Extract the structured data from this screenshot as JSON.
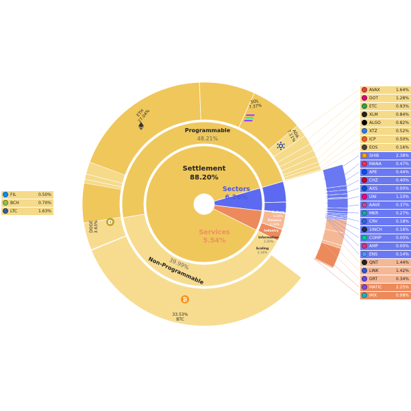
{
  "chart_data": {
    "type": "sunburst",
    "colors": {
      "settlement": "#f0c75a",
      "programmable": "#efc85c",
      "non_programmable": "#f7dc90",
      "sectors": "#5b6af0",
      "services": "#ec8a5c",
      "services_light": "#f5b896",
      "legend_row": "#f5da8a",
      "text_dark": "#222222"
    },
    "inner": {
      "settlement": {
        "label": "Settlement",
        "value": "88.20%",
        "pct": 88.2
      },
      "sectors": {
        "label": "Sectors",
        "value": "6.26%",
        "pct": 6.26
      },
      "services": {
        "label": "Services",
        "value": "5.54%",
        "pct": 5.54
      }
    },
    "middle": {
      "programmable": {
        "label": "Programmable",
        "value": "48.21%",
        "pct": 48.21
      },
      "non_programmable": {
        "label": "Non-Programmable",
        "value": "39.99%",
        "pct": 39.99
      },
      "culture": {
        "label": "Culture",
        "value": "4.04%",
        "pct": 4.04
      },
      "finance": {
        "label": "Finance",
        "value": "2.08%",
        "pct": 2.08
      },
      "industry": {
        "label": "Industry",
        "value": "",
        "pct": 0.14
      },
      "information": {
        "label": "Information",
        "value": "3.20%",
        "pct": 3.2
      },
      "scaling": {
        "label": "Scaling",
        "value": "2.34%",
        "pct": 2.34
      }
    },
    "outer": {
      "eth": {
        "label": "ETH",
        "value": "27.04%",
        "pct": 27.04
      },
      "sol": {
        "label": "SOL",
        "value": "7.37%",
        "pct": 7.37
      },
      "ada": {
        "label": "ADA",
        "value": "7.11%",
        "pct": 7.11
      },
      "btc": {
        "label": "BTC",
        "value": "33.53%",
        "pct": 33.53
      },
      "doge": {
        "label": "DOGE",
        "value": "3.63%",
        "pct": 3.63
      }
    },
    "legend_right": [
      {
        "name": "AVAX",
        "value": "1.64%",
        "color": "#f5da8a",
        "icon": "#e84142"
      },
      {
        "name": "DOT",
        "value": "1.28%",
        "color": "#f5da8a",
        "icon": "#e6007a"
      },
      {
        "name": "ETC",
        "value": "0.93%",
        "color": "#f5da8a",
        "icon": "#33a346"
      },
      {
        "name": "XLM",
        "value": "0.84%",
        "color": "#f5da8a",
        "icon": "#222222"
      },
      {
        "name": "ALGO",
        "value": "0.82%",
        "color": "#f5da8a",
        "icon": "#000000"
      },
      {
        "name": "XTZ",
        "value": "0.52%",
        "color": "#f5da8a",
        "icon": "#2c7df7"
      },
      {
        "name": "ICP",
        "value": "0.50%",
        "color": "#f5da8a",
        "icon": "#f15a24"
      },
      {
        "name": "EOS",
        "value": "0.16%",
        "color": "#f5da8a",
        "icon": "#444444"
      },
      {
        "name": "SHIB",
        "value": "2.38%",
        "color": "#6a78f2",
        "icon": "#ffa409"
      },
      {
        "name": "MANA",
        "value": "0.47%",
        "color": "#6a78f2",
        "icon": "#ff2d55"
      },
      {
        "name": "APE",
        "value": "0.44%",
        "color": "#6a78f2",
        "icon": "#0054fa"
      },
      {
        "name": "CHZ",
        "value": "0.40%",
        "color": "#6a78f2",
        "icon": "#cd0124"
      },
      {
        "name": "AXS",
        "value": "0.00%",
        "color": "#6a78f2",
        "icon": "#0055d5"
      },
      {
        "name": "UNI",
        "value": "1.10%",
        "color": "#6a78f2",
        "icon": "#ff007a"
      },
      {
        "name": "AAVE",
        "value": "0.37%",
        "color": "#6a78f2",
        "icon": "#b6509e"
      },
      {
        "name": "MKR",
        "value": "0.27%",
        "color": "#6a78f2",
        "icon": "#1aab9b"
      },
      {
        "name": "CRV",
        "value": "0.18%",
        "color": "#6a78f2",
        "icon": "#3466dd"
      },
      {
        "name": "1INCH",
        "value": "0.16%",
        "color": "#6a78f2",
        "icon": "#1b314f"
      },
      {
        "name": "COMP",
        "value": "0.00%",
        "color": "#6a78f2",
        "icon": "#00d395"
      },
      {
        "name": "AMP",
        "value": "0.00%",
        "color": "#6a78f2",
        "icon": "#d9327c"
      },
      {
        "name": "ENS",
        "value": "0.14%",
        "color": "#6a78f2",
        "icon": "#5298ff"
      },
      {
        "name": "QNT",
        "value": "1.44%",
        "color": "#f5b896",
        "icon": "#222222"
      },
      {
        "name": "LINK",
        "value": "1.42%",
        "color": "#f5b896",
        "icon": "#2a5ada"
      },
      {
        "name": "GRT",
        "value": "0.34%",
        "color": "#f5b896",
        "icon": "#6747ed"
      },
      {
        "name": "MATIC",
        "value": "2.25%",
        "color": "#ec8a5c",
        "icon": "#8247e5"
      },
      {
        "name": "IMX",
        "value": "0.08%",
        "color": "#ec8a5c",
        "icon": "#17b5cb"
      }
    ],
    "legend_left": [
      {
        "name": "FIL",
        "value": "0.50%",
        "color": "#f5da8a",
        "icon": "#0090ff"
      },
      {
        "name": "BCH",
        "value": "0.70%",
        "color": "#f5da8a",
        "icon": "#8dc351"
      },
      {
        "name": "LTC",
        "value": "1.63%",
        "color": "#f5da8a",
        "icon": "#345d9d"
      }
    ]
  }
}
